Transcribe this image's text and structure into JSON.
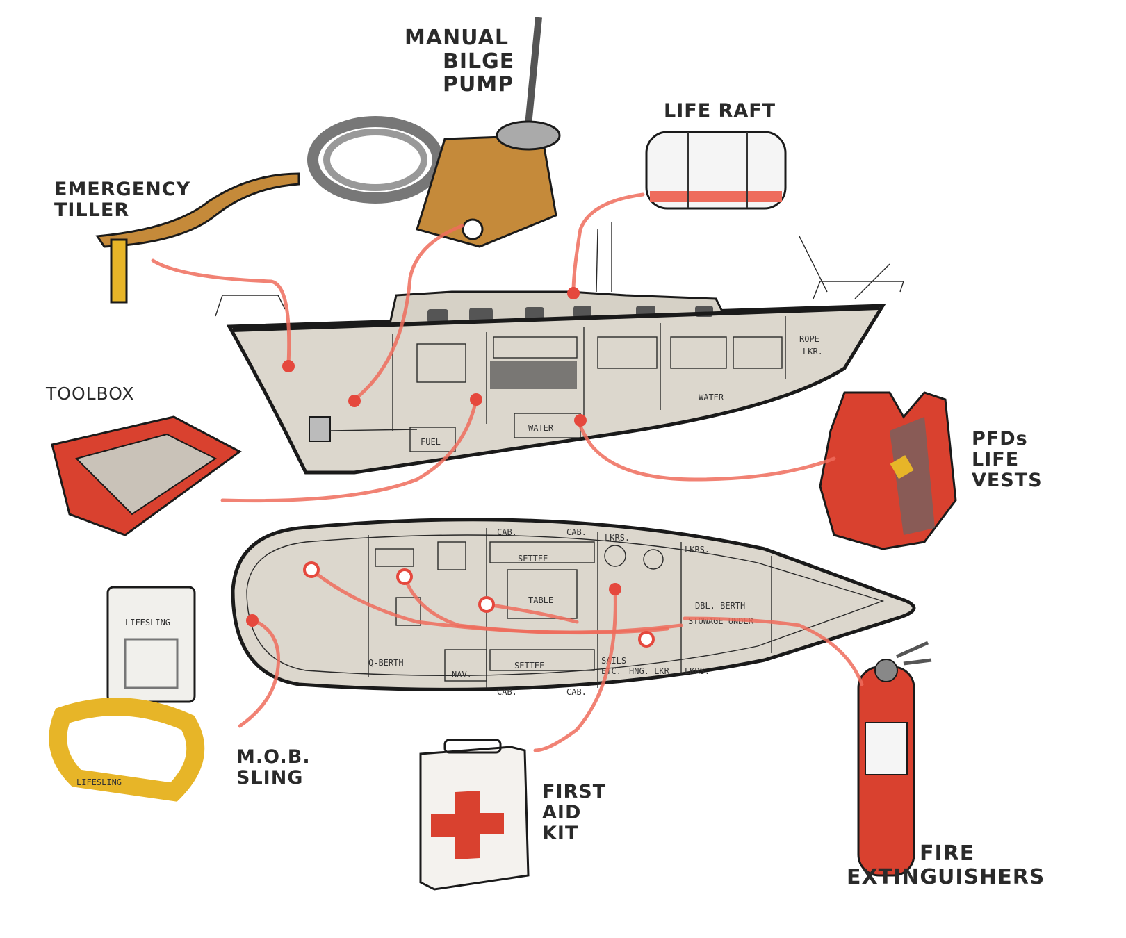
{
  "labels": {
    "manual_bilge_pump": [
      "MANUAL",
      "BILGE",
      "PUMP"
    ],
    "life_raft": "LIFE RAFT",
    "emergency_tiller": [
      "EMERGENCY",
      "TILLER"
    ],
    "toolbox": "TOOLBOX",
    "pfds": [
      "PFDs",
      "LIFE",
      "VESTS"
    ],
    "mob_sling": [
      "M.O.B.",
      "SLING"
    ],
    "first_aid_kit": [
      "FIRST",
      "AID",
      "KIT"
    ],
    "fire_extinguishers": [
      "FIRE",
      "EXTINGUISHERS"
    ]
  },
  "profile_labels": {
    "rope_lkr": [
      "ROPE",
      "LKR."
    ],
    "water_fwd": "WATER",
    "water_aft": "WATER",
    "fuel": "FUEL"
  },
  "plan_labels": {
    "settee_top": "SETTEE",
    "table": "TABLE",
    "dbl_berth": "DBL. BERTH",
    "stowage_under": "STOWAGE UNDER",
    "q_berth": "Q-BERTH",
    "nav": "NAV.",
    "settee_bottom": "SETTEE",
    "sails_etc": [
      "SAILS",
      "ETC."
    ],
    "hng_lkr": "HNG. LKR",
    "lkrs_top_fwd": "LKRS.",
    "lkrs_top": "LKRS.",
    "lkrs_bottom": "LKRS.",
    "cab_top_1": "CAB.",
    "cab_top_2": "CAB.",
    "cab_bottom_1": "CAB.",
    "cab_bottom_2": "CAB."
  },
  "equipment_marks": {
    "mob_case_text": "LIFESLING",
    "mob_float_text": "LIFESLING"
  },
  "colors": {
    "leader": "#ee6c5c",
    "hull_fill": "#dcd7cd",
    "ink": "#1a1a1a",
    "red_equipment": "#d9412f",
    "yellow_equipment": "#e7b528",
    "wood": "#c58a3a"
  }
}
